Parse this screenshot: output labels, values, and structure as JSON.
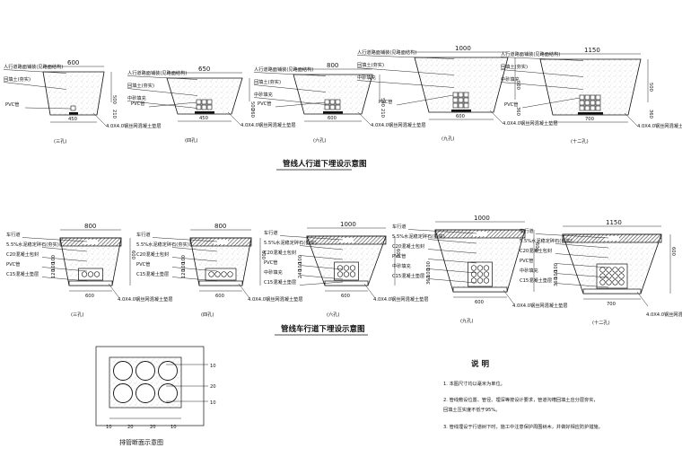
{
  "sections": {
    "top_title": "管线人行道下埋设示意图",
    "middle_title": "管线车行道下埋设示意图",
    "small_title": "排管断面示意图",
    "notes_title": "说 明"
  },
  "notes": [
    "1. 本图尺寸均以毫米为单位。",
    "2. 管线敷设位置、管径、埋深等按设计要求，管道沟槽回填土应分层夯实，",
    "   回填土压实度不低于95%。",
    "3. 管线埋设于行道树下时，施工中注意保护周围树木，并做好相应防护措施。"
  ],
  "top_row": [
    {
      "width": "600",
      "depth": "500",
      "bottom": "450",
      "side": "210",
      "caption": "(三孔)",
      "pipe": "PVC管",
      "labels": [
        "人行道路面铺装(见路面结构)",
        "回填土(夯实)"
      ],
      "foot": "4.0X4.0钢丝网混凝土垫层"
    },
    {
      "width": "650",
      "depth": "500",
      "bottom": "450",
      "side": "260",
      "caption": "(四孔)",
      "pipe": "PVC管",
      "labels": [
        "人行道路面铺装(见路面结构)",
        "回填土(夯实)",
        "中砂填充"
      ],
      "foot": "4.0X4.0钢丝网混凝土垫层"
    },
    {
      "width": "800",
      "depth": "500",
      "bottom": "600",
      "side": "210",
      "caption": "(六孔)",
      "pipe": "PVC管",
      "labels": [
        "人行道路面铺装(见路面结构)",
        "回填土(夯实)",
        "中砂填充"
      ],
      "foot": "4.0X4.0钢丝网混凝土垫层"
    },
    {
      "width": "1000",
      "depth": "500",
      "bottom": "600",
      "side": "360",
      "caption": "(九孔)",
      "pipe": "PVC管",
      "labels": [
        "人行道路面铺装(见路面结构)",
        "回填土(夯实)",
        "中砂填充"
      ],
      "foot": "4.0X4.0钢丝网混凝土垫层"
    },
    {
      "width": "1150",
      "depth": "500",
      "bottom": "700",
      "side": "360",
      "caption": "(十二孔)",
      "pipe": "PVC管",
      "labels": [
        "人行道路面铺装(见路面结构)",
        "回填土(夯实)",
        "中砂填充"
      ],
      "foot": "4.0X4.0钢丝网混凝土垫层"
    }
  ],
  "bottom_row": [
    {
      "width": "800",
      "depth": "600",
      "bottom": "600",
      "caption": "(三孔)",
      "labels": [
        "车行道",
        "5.5%水泥稳定碎石(夯实)",
        "C20混凝土包封",
        "PVC管",
        "C15混凝土垫层"
      ],
      "dims": [
        "100",
        "100",
        "120"
      ],
      "foot": "4.0X4.0钢丝网混凝土垫层"
    },
    {
      "width": "800",
      "depth": "600",
      "bottom": "600",
      "caption": "(四孔)",
      "labels": [
        "车行道",
        "5.5%水泥稳定碎石(夯实)",
        "C20混凝土包封",
        "PVC管",
        "C15混凝土垫层"
      ],
      "dims": [
        "100",
        "100",
        "120"
      ],
      "foot": "4.0X4.0钢丝网混凝土垫层"
    },
    {
      "width": "1000",
      "depth": "600",
      "bottom": "600",
      "caption": "(六孔)",
      "labels": [
        "车行道",
        "5.5%水泥稳定碎石(夯实)",
        "C20混凝土包封",
        "PVC管",
        "中砂填充",
        "C15混凝土垫层"
      ],
      "dims": [
        "100",
        "100",
        "240"
      ],
      "foot": "4.0X4.0钢丝网混凝土垫层"
    },
    {
      "width": "1000",
      "depth": "600",
      "bottom": "600",
      "caption": "(九孔)",
      "labels": [
        "车行道",
        "5.5%水泥稳定碎石(夯实)",
        "C20混凝土包封",
        "PVC管",
        "中砂填充",
        "C15混凝土垫层"
      ],
      "dims": [
        "100",
        "100",
        "360"
      ],
      "foot": "4.0X4.0钢丝网混凝土垫层"
    },
    {
      "width": "1150",
      "depth": "600",
      "bottom": "700",
      "caption": "(十二孔)",
      "labels": [
        "车行道",
        "5.5%水泥稳定碎石(夯实)",
        "C20混凝土包封",
        "PVC管",
        "中砂填充",
        "C15混凝土垫层"
      ],
      "dims": [
        "100",
        "100",
        "360"
      ],
      "foot": "4.0X4.0钢丝网混凝土垫层"
    }
  ],
  "detail": {
    "right_dims": [
      "10",
      "20",
      "10"
    ],
    "bottom_dims": [
      "10",
      "20",
      "20",
      "10"
    ]
  }
}
